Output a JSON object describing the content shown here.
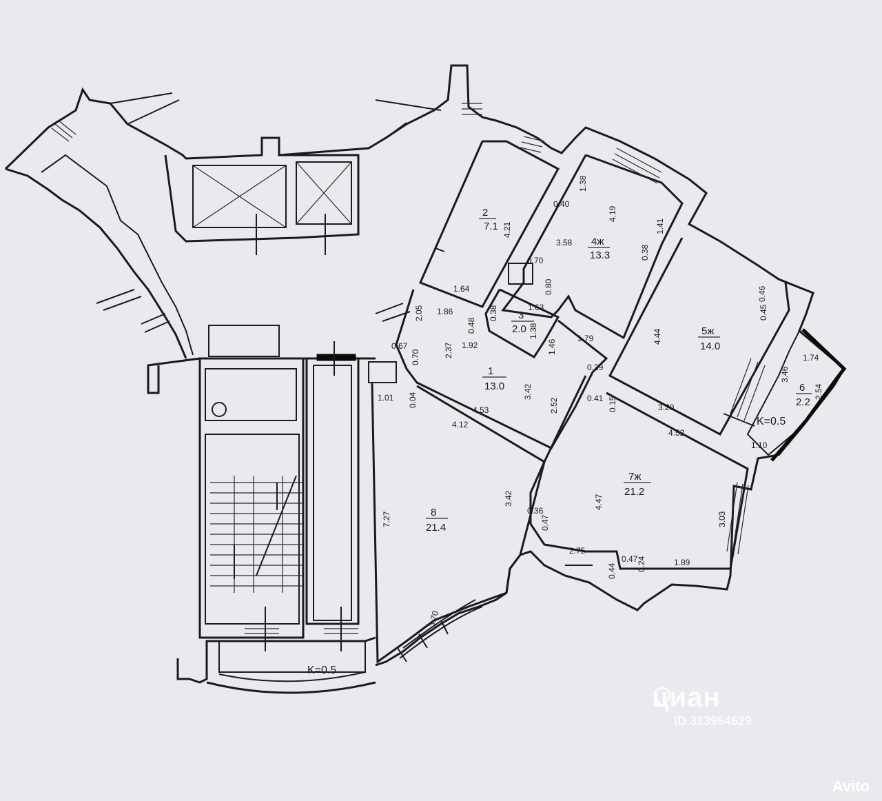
{
  "rooms": [
    {
      "id": "room-1",
      "number": "1",
      "area": "13.0"
    },
    {
      "id": "room-2",
      "number": "2",
      "area": "7.1"
    },
    {
      "id": "room-3",
      "number": "3",
      "area": "2.0"
    },
    {
      "id": "room-4",
      "number": "4ж",
      "area": "13.3"
    },
    {
      "id": "room-5",
      "number": "5ж",
      "area": "14.0"
    },
    {
      "id": "room-6",
      "number": "6",
      "area": "2.2"
    },
    {
      "id": "room-7",
      "number": "7ж",
      "area": "21.2"
    },
    {
      "id": "room-8",
      "number": "8",
      "area": "21.4"
    }
  ],
  "dimensions": {
    "d_421": "4.21",
    "d_164": "1.64",
    "d_040": "0.40",
    "d_138": "1.38",
    "d_419": "4.19",
    "d_141": "1.41",
    "d_358": "3.58",
    "d_038a": "0.38",
    "d_070a": "0.70",
    "d_080": "0.80",
    "d_046": "0.46",
    "d_045": "0.45",
    "d_444": "4.44",
    "d_320": "3.20",
    "d_346": "3.46",
    "d_174": "1.74",
    "d_254": "2.54",
    "d_110": "1.10",
    "d_205": "2.05",
    "d_186": "1.86",
    "d_048": "0.48",
    "d_038b": "0.38",
    "d_163": "1.63",
    "d_138b": "1.38",
    "d_067": "0.67",
    "d_070b": "0.70",
    "d_237": "2.37",
    "d_192": "1.92",
    "d_146": "1.46",
    "d_179": "1.79",
    "d_039": "0.39",
    "d_342a": "3.42",
    "d_252": "2.52",
    "d_101": "1.01",
    "d_004": "0.04",
    "d_453": "4.53",
    "d_412": "4.12",
    "d_041": "0.41",
    "d_015": "0.15",
    "d_452": "4.52",
    "d_727": "7.27",
    "d_342b": "3.42",
    "d_447": "4.47",
    "d_303": "3.03",
    "d_036": "0.36",
    "d_047a": "0.47",
    "d_275": "2.75",
    "d_044": "0.44",
    "d_047b": "0.47",
    "d_024": "0.24",
    "d_189": "1.89",
    "d_370": "3.70"
  },
  "balcony_koef_right": "K=0.5",
  "balcony_koef_bottom": "K=0.5",
  "watermark": {
    "cian_text": "циан",
    "cian_id": "ID 313954629",
    "avito_text": "Avito"
  }
}
